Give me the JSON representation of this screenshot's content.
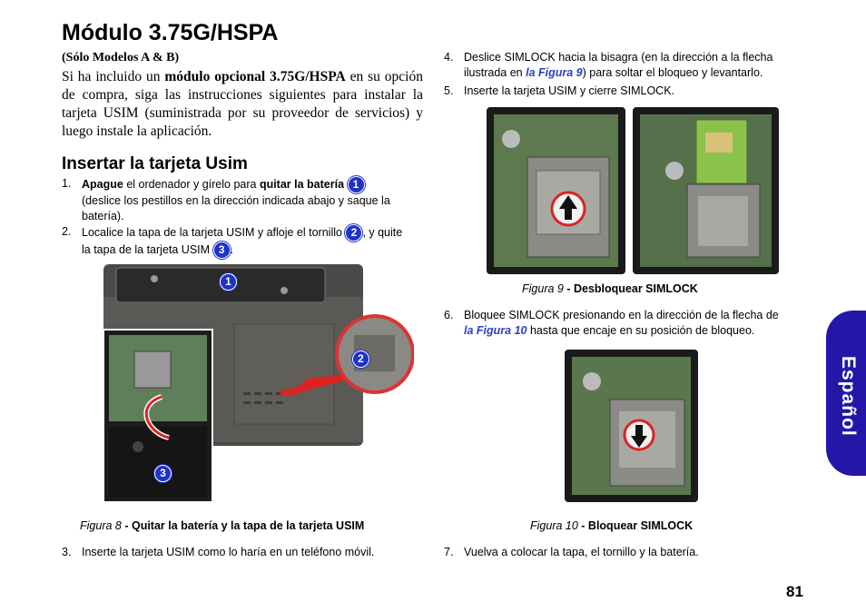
{
  "title": "Módulo 3.75G/HSPA",
  "models_note": "(Sólo Modelos A & B)",
  "intro": {
    "p1": "Si ha incluido un ",
    "bold": "módulo opcional 3.75G/HSPA",
    "p2": " en su opción de compra, siga las instrucciones siguientes para instalar la tarjeta USIM (suministrada por su proveedor de servicios) y luego instale la aplicación."
  },
  "section_title": "Insertar la tarjeta Usim",
  "steps": {
    "s1": {
      "num": "1.",
      "b1": "Apague",
      "t1": " el ordenador y gírelo para ",
      "b2": "quitar la batería",
      "badge": "1",
      "line2": "(deslice los pestillos en la dirección indicada abajo y saque la",
      "line3": "batería)."
    },
    "s2": {
      "num": "2.",
      "t1": "Localice la tapa de la tarjeta USIM y afloje el tornillo ",
      "badge1": "2",
      "t2": ", y quite",
      "line2a": "la tapa de la tarjeta USIM ",
      "badge2": "3",
      "t3": "."
    },
    "s3": {
      "num": "3.",
      "text": "Inserte la tarjeta USIM como lo haría en un teléfono móvil."
    },
    "s4": {
      "num": "4.",
      "line1": "Deslice SIMLOCK hacia la bisagra (en la dirección a la flecha",
      "line2a": "ilustrada en ",
      "link": "la Figura 9",
      "line2b": ") para soltar el bloqueo y levantarlo."
    },
    "s5": {
      "num": "5.",
      "text": "Inserte la tarjeta USIM y cierre SIMLOCK."
    },
    "s6": {
      "num": "6.",
      "line1": "Bloquee SIMLOCK presionando en la dirección de la flecha de",
      "link": "la Figura 10",
      "line2b": " hasta que encaje en su posición de bloqueo."
    },
    "s7": {
      "num": "7.",
      "text": "Vuelva a colocar la tapa, el tornillo y la batería."
    }
  },
  "figures": {
    "fig8": {
      "label": "Figura 8",
      "desc": " - Quitar la batería y la tapa de la tarjeta USIM",
      "callouts": [
        "1",
        "2",
        "3"
      ]
    },
    "fig9": {
      "label": "Figura 9",
      "desc": " - Desbloquear SIMLOCK"
    },
    "fig10": {
      "label": "Figura 10",
      "desc": " - Bloquear SIMLOCK"
    }
  },
  "side_tab": "Español",
  "page_number": "81",
  "colors": {
    "accent": "#2417a8",
    "badge": "#1f33c6",
    "link": "#2a3ec7"
  }
}
